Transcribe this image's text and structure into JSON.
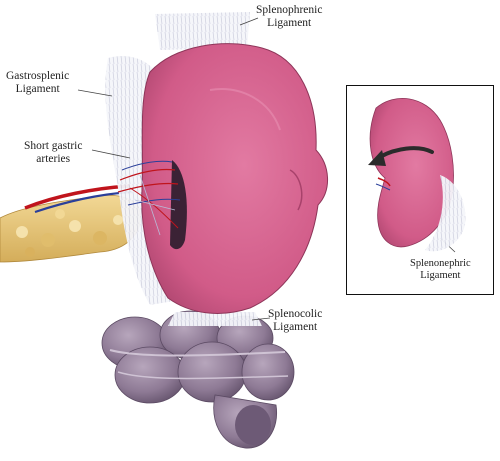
{
  "labels": {
    "splenophrenic": {
      "line1": "Splenophrenic",
      "line2": "Ligament"
    },
    "gastrosplenic": {
      "line1": "Gastrosplenic",
      "line2": "Ligament"
    },
    "short_gastric": {
      "line1": "Short gastric",
      "line2": "arteries"
    },
    "splenocolic": {
      "line1": "Splenocolic",
      "line2": "Ligament"
    },
    "splenonephric": {
      "line1": "Splenonephric",
      "line2": "Ligament"
    }
  },
  "colors": {
    "spleen": "#d65f8c",
    "spleen_dark": "#a8426b",
    "ligament": "#eef0f6",
    "pancreas": "#e9c87a",
    "colon": "#8e7a95",
    "artery": "#c0141c",
    "vein": "#2a3f9a",
    "arrow": "#2b2b2b"
  }
}
